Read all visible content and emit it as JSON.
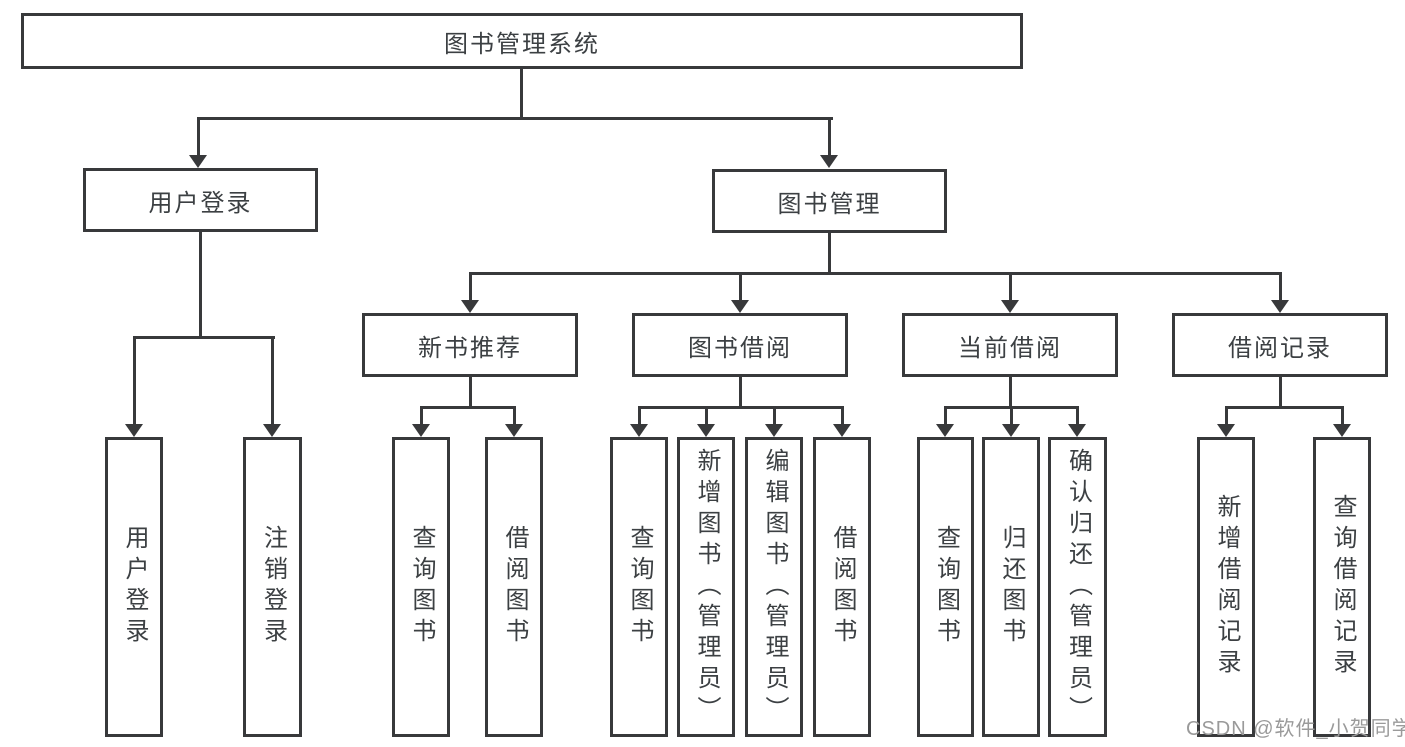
{
  "diagram": {
    "title": "图书管理系统",
    "tree": {
      "label": "图书管理系统",
      "children": [
        {
          "label": "用户登录",
          "children": [
            {
              "label": "用户登录"
            },
            {
              "label": "注销登录"
            }
          ]
        },
        {
          "label": "图书管理",
          "children": [
            {
              "label": "新书推荐",
              "children": [
                {
                  "label": "查询图书"
                },
                {
                  "label": "借阅图书"
                }
              ]
            },
            {
              "label": "图书借阅",
              "children": [
                {
                  "label": "查询图书"
                },
                {
                  "label": "新增图书（管理员）"
                },
                {
                  "label": "编辑图书（管理员）"
                },
                {
                  "label": "借阅图书"
                }
              ]
            },
            {
              "label": "当前借阅",
              "children": [
                {
                  "label": "查询图书"
                },
                {
                  "label": "归还图书"
                },
                {
                  "label": "确认归还（管理员）"
                }
              ]
            },
            {
              "label": "借阅记录",
              "children": [
                {
                  "label": "新增借阅记录"
                },
                {
                  "label": "查询借阅记录"
                }
              ]
            }
          ]
        }
      ]
    },
    "colors": {
      "line": "#38393b",
      "text": "#3c4043",
      "watermark": "#9a9a9a",
      "background": "#ffffff"
    }
  },
  "watermark": {
    "text": "CSDN @软件_小贺同学"
  }
}
